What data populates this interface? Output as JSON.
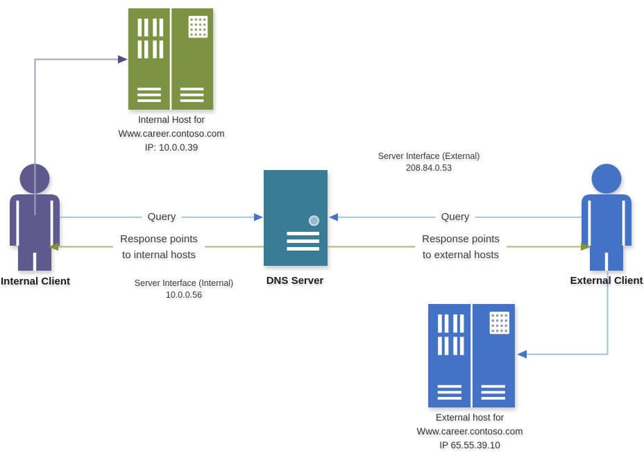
{
  "nodes": {
    "internal_host": {
      "line1": "Internal Host for",
      "line2": "Www.career.contoso.com",
      "line3": "IP: 10.0.0.39"
    },
    "internal_client": {
      "label": "Internal Client"
    },
    "dns_server": {
      "label": "DNS Server"
    },
    "external_client": {
      "label": "External Client"
    },
    "external_host": {
      "line1": "External host for",
      "line2": "Www.career.contoso.com",
      "line3": "IP 65.55.39.10"
    }
  },
  "edges": {
    "internal_query": {
      "label": "Query"
    },
    "internal_response": {
      "line1": "Response points",
      "line2": "to internal hosts"
    },
    "external_query": {
      "label": "Query"
    },
    "external_response": {
      "line1": "Response points",
      "line2": "to external hosts"
    }
  },
  "annotations": {
    "interface_external": {
      "line1": "Server Interface (External)",
      "line2": "208.84.0.53"
    },
    "interface_internal": {
      "line1": "Server Interface (Internal)",
      "line2": "10.0.0.56"
    }
  },
  "colors": {
    "internal_host_green": "#7B9342",
    "dns_server_teal": "#3A7C96",
    "client_purple": "#5E5A8E",
    "external_blue": "#4472C4",
    "query_line_blue": "#A8C7E7",
    "query_arrow_blue": "#4576C6",
    "response_line_olive": "#AFB67F",
    "response_arrow_olive": "#7F9437",
    "client_link_line_purple": "#A3A0BF",
    "client_link_arrow_purple": "#534E7D",
    "text_dark": "#3A3A3A"
  }
}
